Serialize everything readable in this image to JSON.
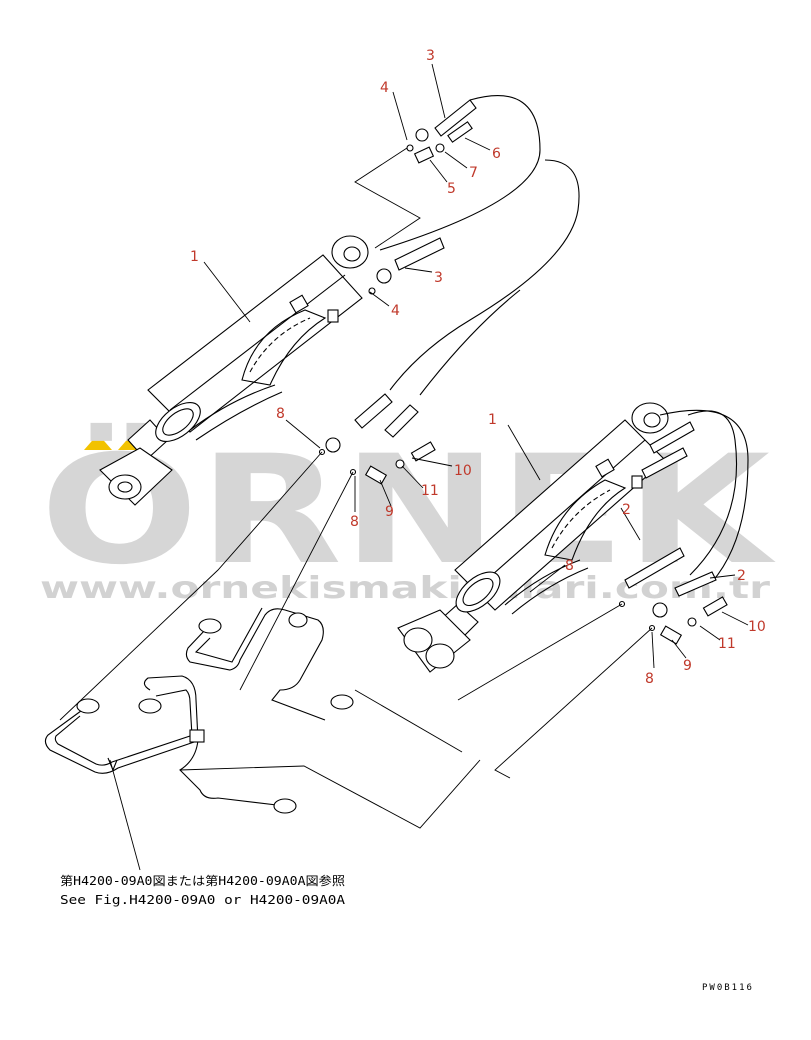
{
  "watermark": {
    "brand": "ÖRNEK",
    "url": "www.ornekismakinalari.com.tr",
    "brand_color": "#d6d6d6",
    "accent_color": "#f2c200"
  },
  "callouts": [
    {
      "id": "c3a",
      "label": "3"
    },
    {
      "id": "c4a",
      "label": "4"
    },
    {
      "id": "c6a",
      "label": "6"
    },
    {
      "id": "c7a",
      "label": "7"
    },
    {
      "id": "c5a",
      "label": "5"
    },
    {
      "id": "c1a",
      "label": "1"
    },
    {
      "id": "c3b",
      "label": "3"
    },
    {
      "id": "c4b",
      "label": "4"
    },
    {
      "id": "c8a",
      "label": "8"
    },
    {
      "id": "c10a",
      "label": "10"
    },
    {
      "id": "c11a",
      "label": "11"
    },
    {
      "id": "c9a",
      "label": "9"
    },
    {
      "id": "c8b",
      "label": "8"
    },
    {
      "id": "c1b",
      "label": "1"
    },
    {
      "id": "c2a",
      "label": "2"
    },
    {
      "id": "c8c",
      "label": "8"
    },
    {
      "id": "c2b",
      "label": "2"
    },
    {
      "id": "c10b",
      "label": "10"
    },
    {
      "id": "c11b",
      "label": "11"
    },
    {
      "id": "c9b",
      "label": "9"
    },
    {
      "id": "c8d",
      "label": "8"
    }
  ],
  "callout_color": "#c0392b",
  "note": {
    "line1": "第H4200-09A0図または第H4200-09A0A図参照",
    "line2": "See Fig.H4200-09A0 or H4200-09A0A"
  },
  "drawing_code": "PW0B116"
}
